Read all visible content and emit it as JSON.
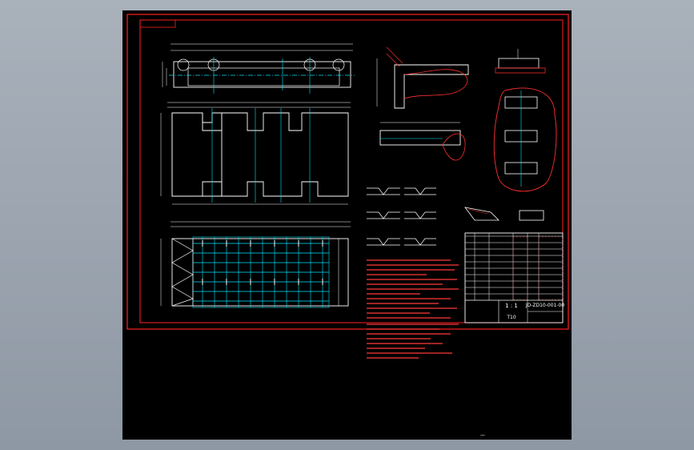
{
  "colors": {
    "background": "#000000",
    "frame": "#ff2020",
    "center_line": "#00e5ff",
    "dimension": "#ffffff",
    "hatch": "#ff3030",
    "note_text": "#ff3b3b"
  },
  "drawing": {
    "scale_label": "1 : 1",
    "drawing_number": "JD-ZD10-001-00",
    "title_cell": "",
    "sheet_label": "T10",
    "company_label": ""
  },
  "cursor_marker": "—"
}
